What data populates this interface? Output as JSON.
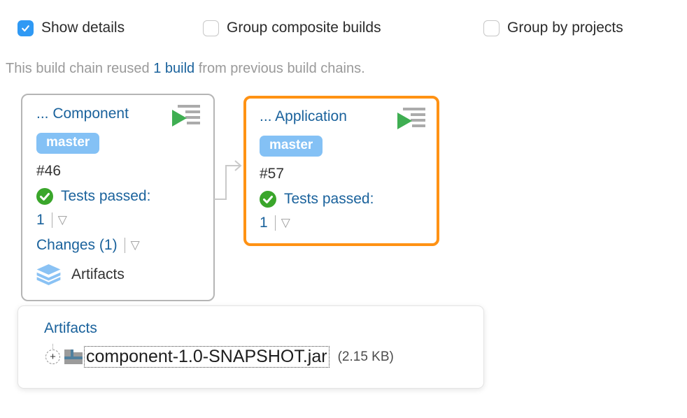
{
  "controls": {
    "show_details": {
      "label": "Show details",
      "checked": true
    },
    "group_composite": {
      "label": "Group composite builds",
      "checked": false
    },
    "group_projects": {
      "label": "Group by projects",
      "checked": false
    }
  },
  "notice": {
    "prefix": "This build chain reused ",
    "link": "1 build",
    "suffix": " from previous build chains."
  },
  "builds": [
    {
      "name": "... Component",
      "branch": "master",
      "number": "#46",
      "tests_label": "Tests passed:",
      "tests_count": "1",
      "changes_label": "Changes (1)",
      "artifacts_label": "Artifacts",
      "selected": false
    },
    {
      "name": "... Application",
      "branch": "master",
      "number": "#57",
      "tests_label": "Tests passed:",
      "tests_count": "1",
      "selected": true
    }
  ],
  "artifacts_panel": {
    "title": "Artifacts",
    "file": {
      "name": "component-1.0-SNAPSHOT.jar",
      "size": "(2.15 KB)"
    }
  },
  "icons": {
    "dropdown": "▽",
    "expand": "+"
  },
  "colors": {
    "link_blue": "#1a629c",
    "selected_border_orange": "#ff9214",
    "branch_badge_blue": "#84c1f5",
    "success_green": "#3aa62b",
    "checkbox_checked_blue": "#2f99f4",
    "run_icon_green": "#3fae52",
    "layers_icon_blue": "#8ac2f4",
    "connector_grey": "#c9c9c9"
  }
}
